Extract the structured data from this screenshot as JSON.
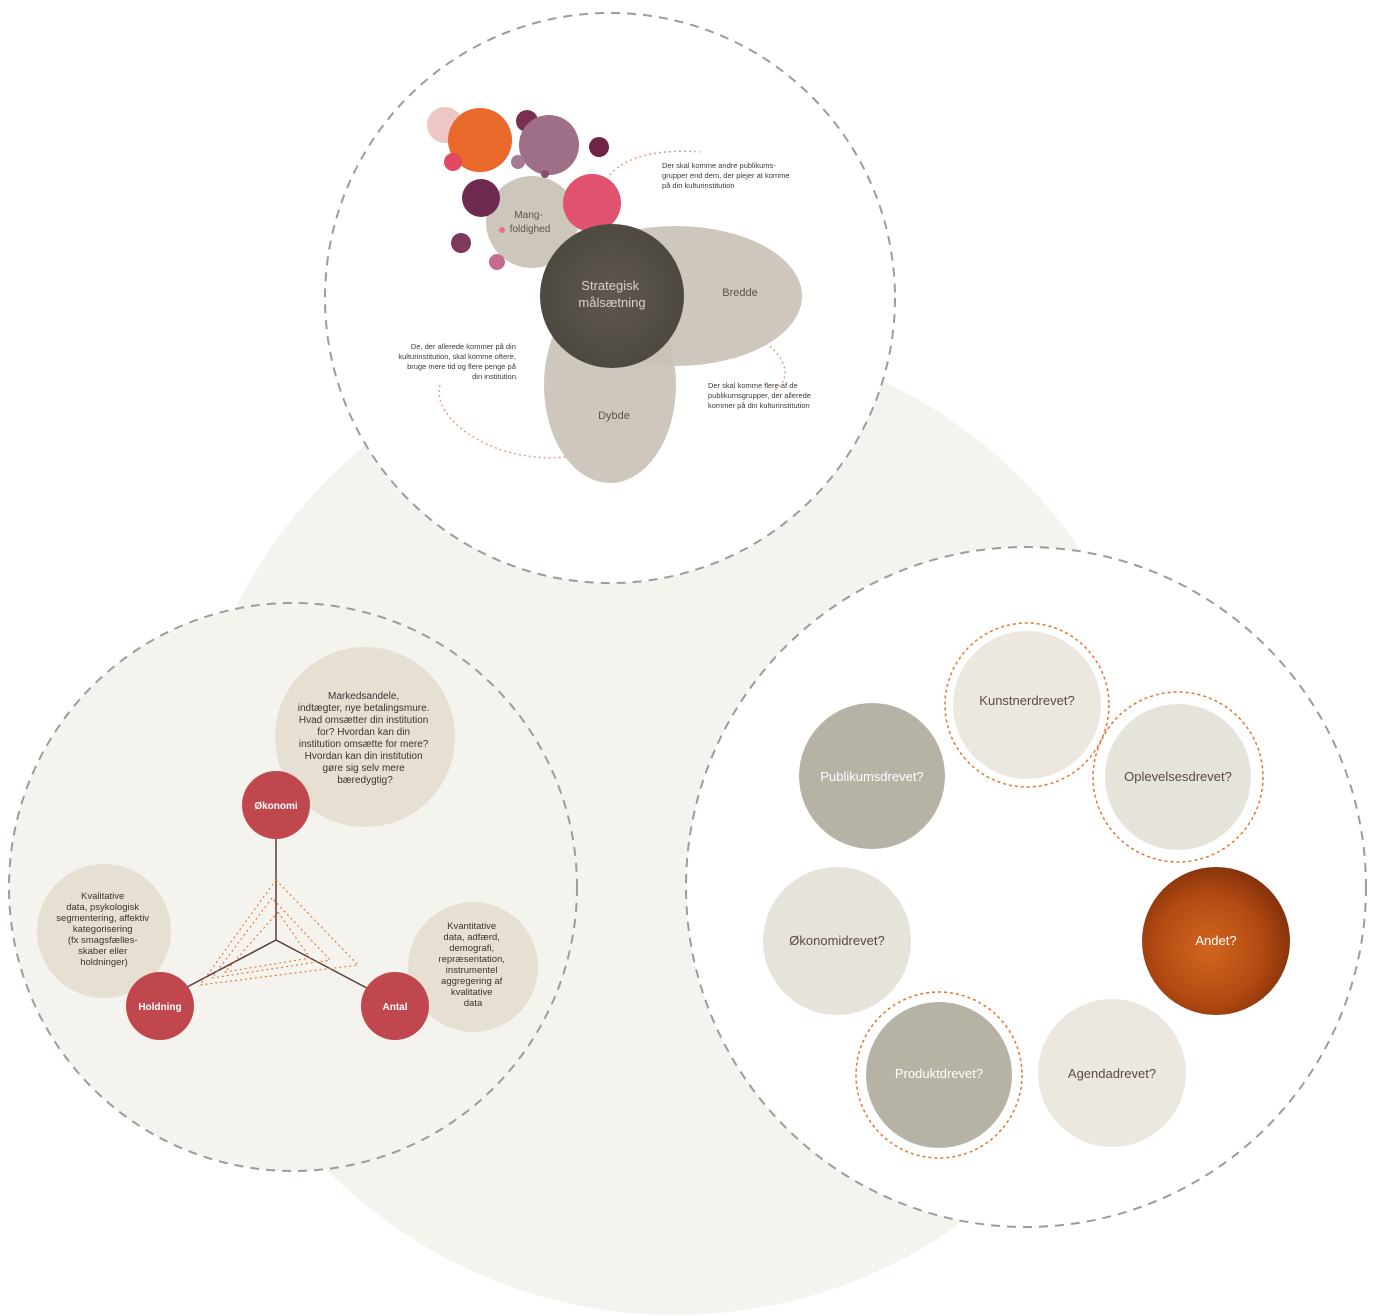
{
  "strategy": {
    "center_label_line1": "Strategisk",
    "center_label_line2": "målsætning",
    "diversity_label_line1": "Mang-",
    "diversity_label_line2": "foldighed",
    "breadth_label": "Bredde",
    "depth_label": "Dybde",
    "diversity_note": [
      "Der skal komme andre publikums-",
      "grupper end dem, der plejer at komme",
      "på din kulturinstitution"
    ],
    "breadth_note": [
      "Der skal komme flere af de",
      "publikumsgrupper, der allerede",
      "kommer på din kulturinstitution"
    ],
    "depth_note": [
      "De, der allerede kommer på din",
      "kulturinstitution, skal komme oftere,",
      "bruge mere tid og flere penge på",
      "din institution."
    ]
  },
  "measures": {
    "economy": "Økonomi",
    "attitude": "Holdning",
    "count": "Antal",
    "economy_desc": [
      "Markedsandele,",
      "indtægter, nye betalingsmure.",
      "Hvad omsætter din institution",
      "for? Hvordan kan din",
      "institution omsætte for mere?",
      "Hvordan kan din institution",
      "gøre sig selv mere",
      "bæredygtig?"
    ],
    "attitude_desc": [
      "Kvalitative",
      "data, psykologisk",
      "segmentering, affektiv",
      "kategorisering",
      "(fx smagsfælles-",
      "skaber eller",
      "holdninger)"
    ],
    "count_desc": [
      "Kvantitative",
      "data, adfærd,",
      "demografi,",
      "repræsentation,",
      "instrumentel",
      "aggregering af",
      "kvalitative",
      "data"
    ]
  },
  "drivers": {
    "artist": "Kunstnerdrevet?",
    "audience": "Publikumsdrevet?",
    "experience": "Oplevelsesdrevet?",
    "economy": "Økonomidrevet?",
    "other": "Andet?",
    "product": "Produktdrevet?",
    "agenda": "Agendadrevet?"
  },
  "colors": {
    "background_blob": "#f5f3ee",
    "dashed_stroke": "#a09a9c",
    "red_node": "#c0474d",
    "beige_bubble": "#e6dfd2",
    "grey_bubble": "#b6b3a5",
    "light_bubble": "#ece8e0",
    "other_bubble": "#b5460f",
    "orange_dots": "#e8742c"
  }
}
